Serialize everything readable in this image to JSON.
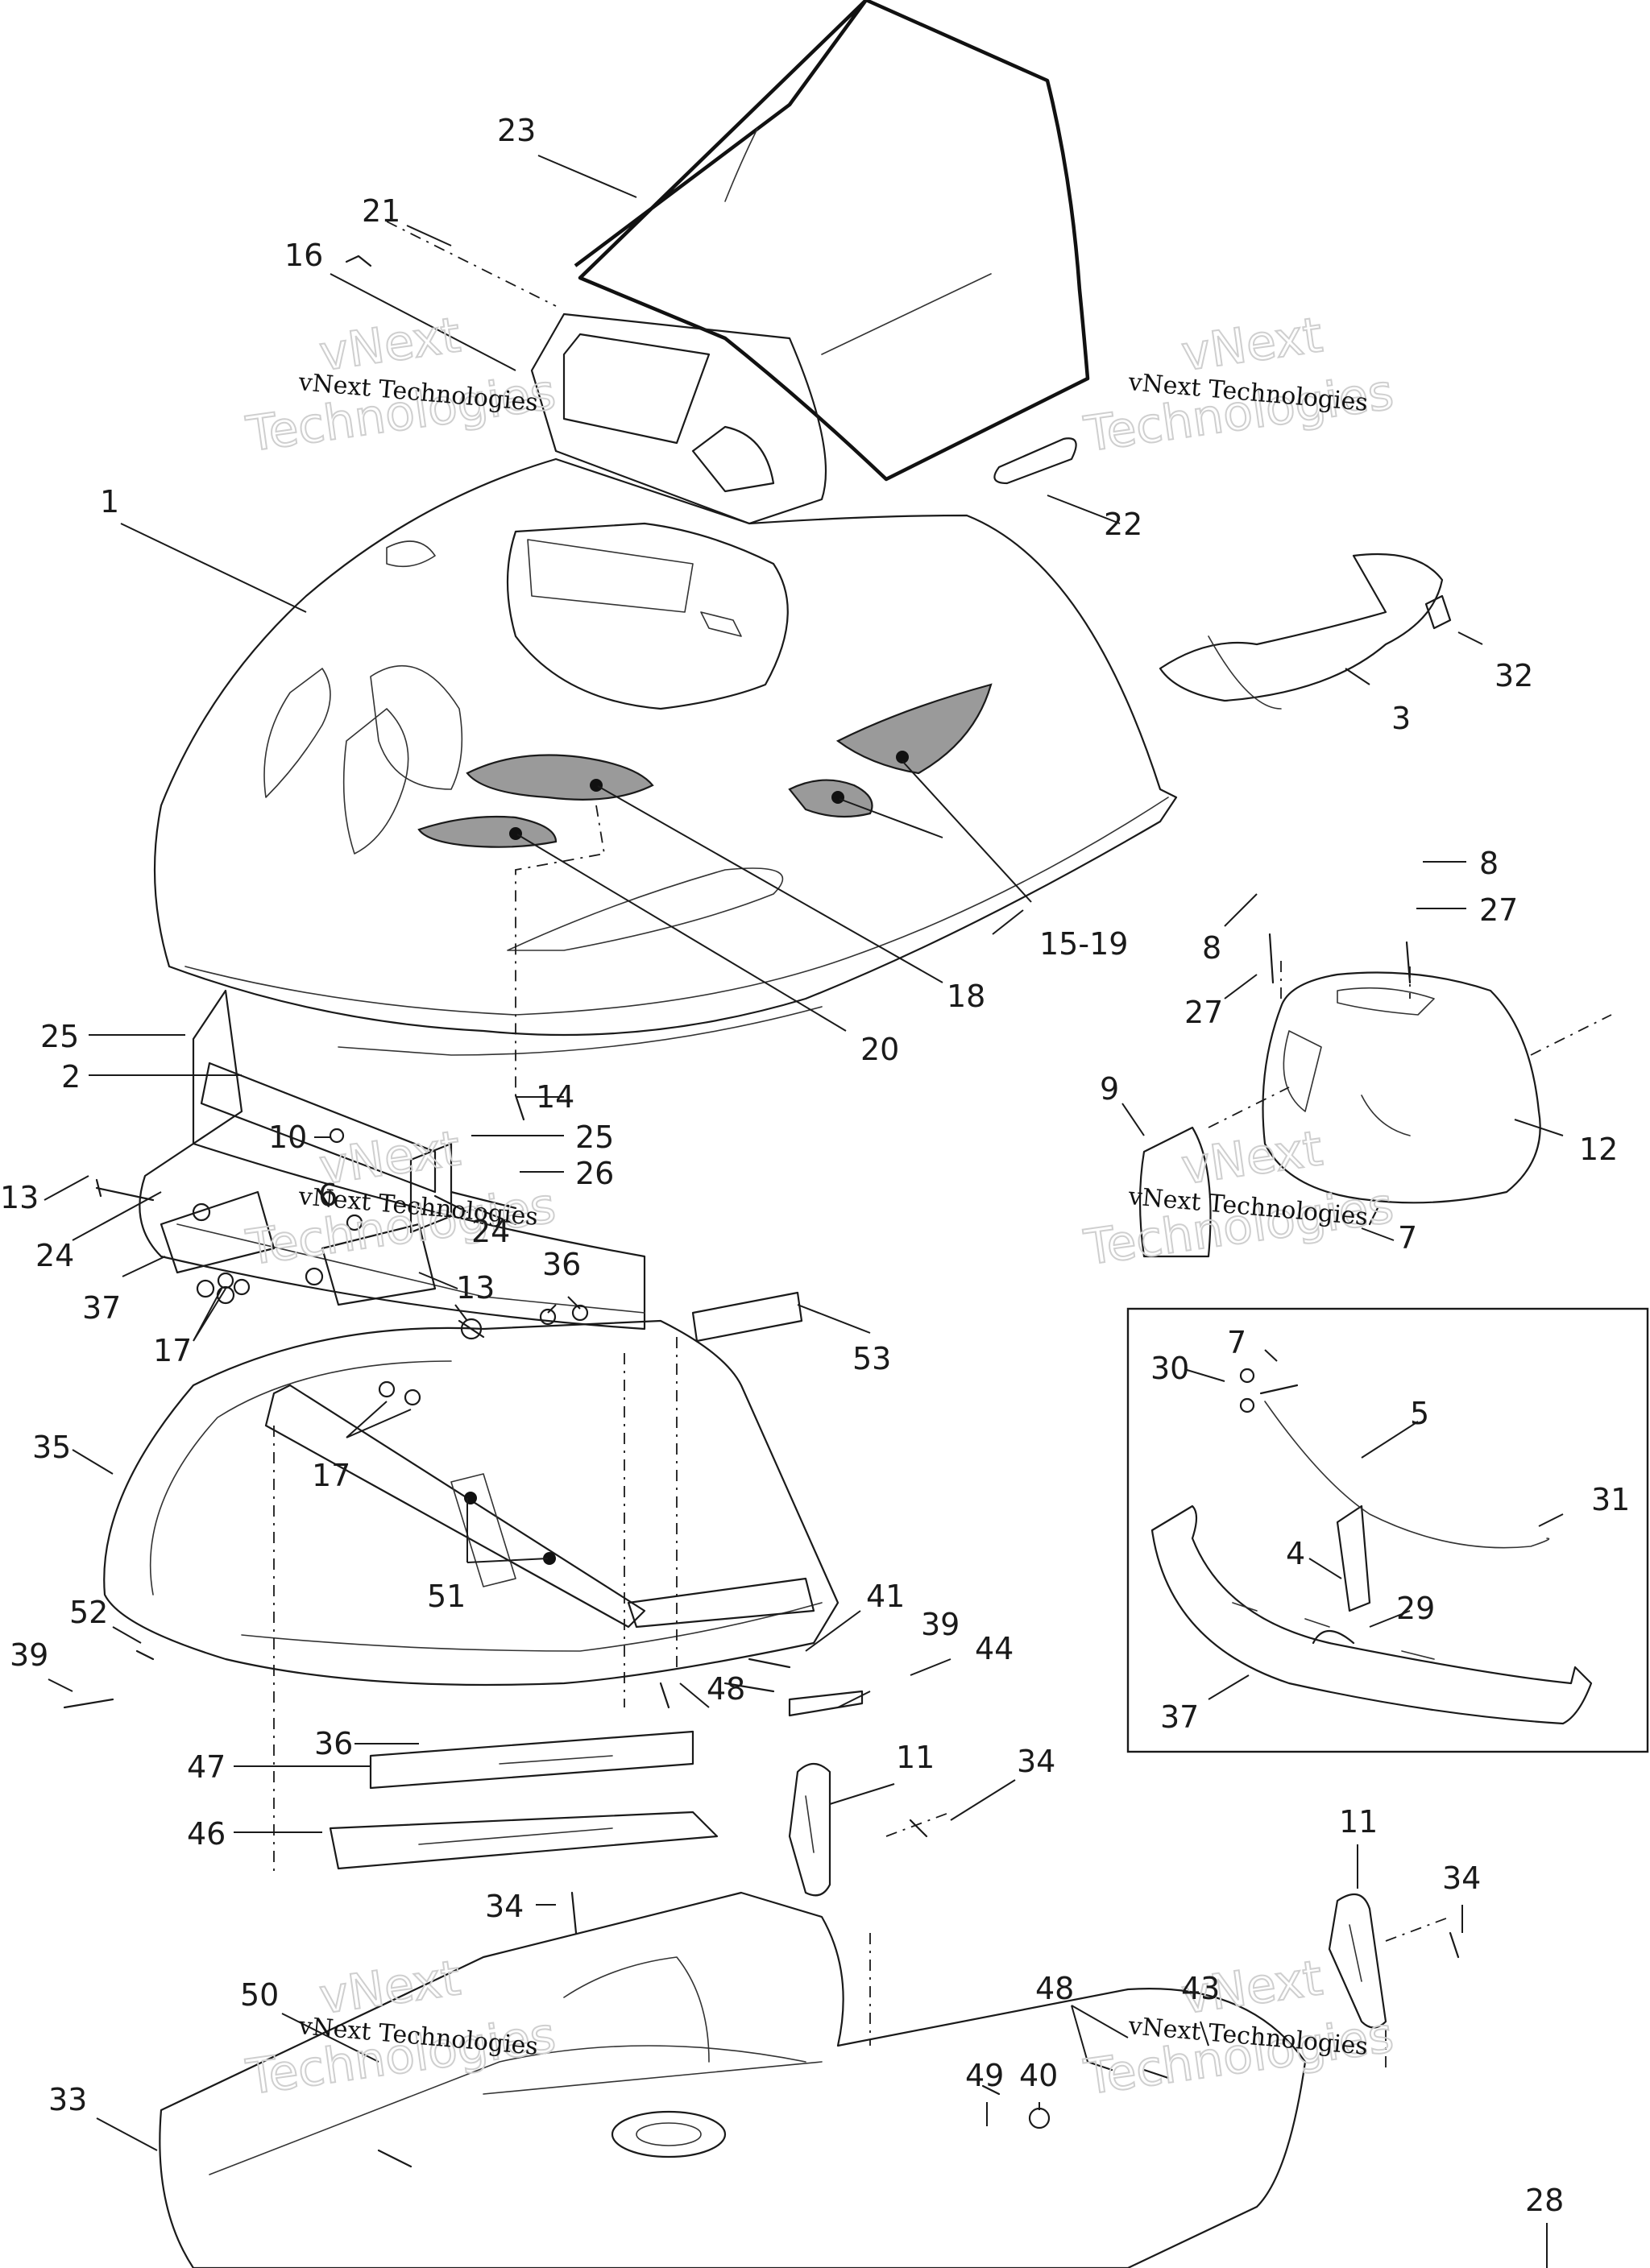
{
  "callouts": [
    {
      "id": "c23",
      "text": "23"
    },
    {
      "id": "c21",
      "text": "21"
    },
    {
      "id": "c16",
      "text": "16"
    },
    {
      "id": "c1",
      "text": "1"
    },
    {
      "id": "c22",
      "text": "22"
    },
    {
      "id": "c32",
      "text": "32"
    },
    {
      "id": "c3",
      "text": "3"
    },
    {
      "id": "c15-19",
      "text": "15-19"
    },
    {
      "id": "c18",
      "text": "18"
    },
    {
      "id": "c20",
      "text": "20"
    },
    {
      "id": "c8a",
      "text": "8"
    },
    {
      "id": "c8b",
      "text": "8"
    },
    {
      "id": "c27a",
      "text": "27"
    },
    {
      "id": "c27b",
      "text": "27"
    },
    {
      "id": "c9",
      "text": "9"
    },
    {
      "id": "c12",
      "text": "12"
    },
    {
      "id": "c7a",
      "text": "7"
    },
    {
      "id": "c25a",
      "text": "25"
    },
    {
      "id": "c2",
      "text": "2"
    },
    {
      "id": "c14",
      "text": "14"
    },
    {
      "id": "c10",
      "text": "10"
    },
    {
      "id": "c25b",
      "text": "25"
    },
    {
      "id": "c26",
      "text": "26"
    },
    {
      "id": "c13a",
      "text": "13"
    },
    {
      "id": "c6",
      "text": "6"
    },
    {
      "id": "c24a",
      "text": "24"
    },
    {
      "id": "c24b",
      "text": "24"
    },
    {
      "id": "c37a",
      "text": "37"
    },
    {
      "id": "c13b",
      "text": "13"
    },
    {
      "id": "c36a",
      "text": "36"
    },
    {
      "id": "c17a",
      "text": "17"
    },
    {
      "id": "c53",
      "text": "53"
    },
    {
      "id": "c35",
      "text": "35"
    },
    {
      "id": "c17b",
      "text": "17"
    },
    {
      "id": "c51",
      "text": "51"
    },
    {
      "id": "c7b",
      "text": "7"
    },
    {
      "id": "c30",
      "text": "30"
    },
    {
      "id": "c5",
      "text": "5"
    },
    {
      "id": "c31",
      "text": "31"
    },
    {
      "id": "c4",
      "text": "4"
    },
    {
      "id": "c29",
      "text": "29"
    },
    {
      "id": "c37b",
      "text": "37"
    },
    {
      "id": "c41",
      "text": "41"
    },
    {
      "id": "c39a",
      "text": "39"
    },
    {
      "id": "c39b",
      "text": "39"
    },
    {
      "id": "c52",
      "text": "52"
    },
    {
      "id": "c44",
      "text": "44"
    },
    {
      "id": "c48a",
      "text": "48"
    },
    {
      "id": "c36b",
      "text": "36"
    },
    {
      "id": "c47",
      "text": "47"
    },
    {
      "id": "c11a",
      "text": "11"
    },
    {
      "id": "c34a",
      "text": "34"
    },
    {
      "id": "c46",
      "text": "46"
    },
    {
      "id": "c11b",
      "text": "11"
    },
    {
      "id": "c34b",
      "text": "34"
    },
    {
      "id": "c34c",
      "text": "34"
    },
    {
      "id": "c50",
      "text": "50"
    },
    {
      "id": "c48b",
      "text": "48"
    },
    {
      "id": "c43",
      "text": "43"
    },
    {
      "id": "c49",
      "text": "49"
    },
    {
      "id": "c40",
      "text": "40"
    },
    {
      "id": "c33",
      "text": "33"
    },
    {
      "id": "c28",
      "text": "28"
    }
  ],
  "watermark": {
    "line1": "vNext Technologies",
    "big_top": "vNext",
    "big_bottom": "Technologies"
  }
}
